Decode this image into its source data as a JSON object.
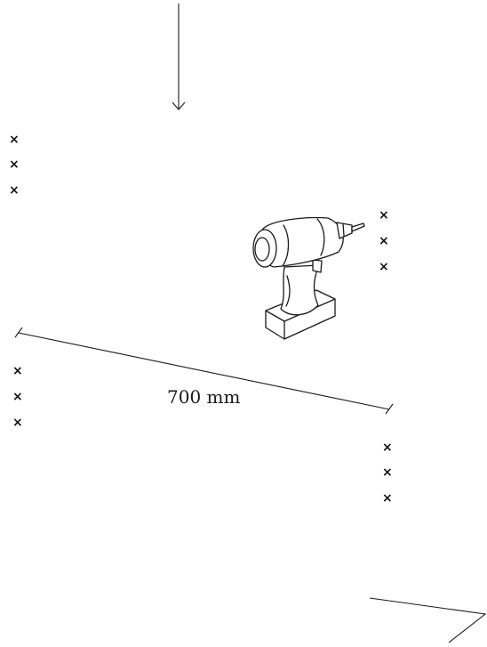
{
  "diagram": {
    "dimension_label": "700 mm",
    "marker_symbol": "×",
    "marker_groups": [
      {
        "name": "marks-top-left",
        "count": 3
      },
      {
        "name": "marks-drill-right",
        "count": 3
      },
      {
        "name": "marks-mid-left",
        "count": 3
      },
      {
        "name": "marks-bottom-right",
        "count": 3
      }
    ],
    "icons": [
      "down-arrow-icon",
      "cordless-drill-icon"
    ],
    "colors": {
      "line": "#1a1a1a",
      "background": "#ffffff"
    }
  }
}
